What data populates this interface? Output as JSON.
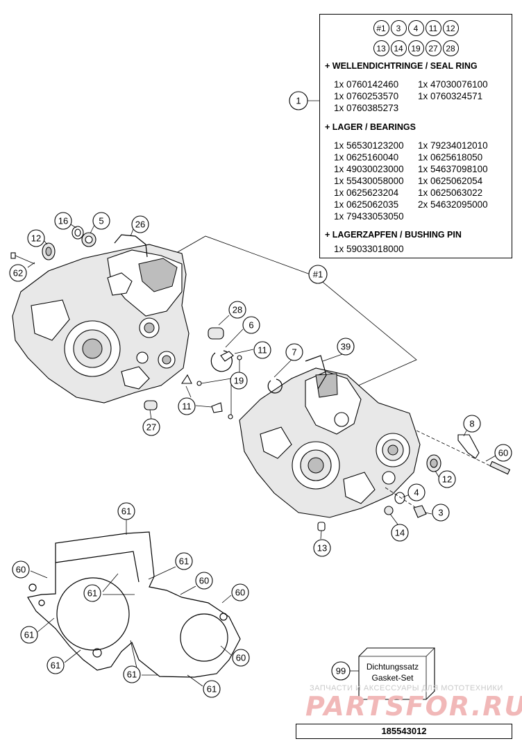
{
  "callouts": {
    "c1": "1",
    "c3": "3",
    "c4": "4",
    "c5": "5",
    "c6": "6",
    "c7": "7",
    "c8": "8",
    "c11a": "11",
    "c11b": "11",
    "c12a": "12",
    "c12b": "12",
    "c13": "13",
    "c14": "14",
    "c16": "16",
    "c19": "19",
    "c26": "26",
    "c27": "27",
    "c28": "28",
    "c39": "39",
    "c60a": "60",
    "c60b": "60",
    "c60c": "60",
    "c60d": "60",
    "c60e": "60",
    "c61a": "61",
    "c61b": "61",
    "c61c": "61",
    "c61d": "61",
    "c61e": "61",
    "c61f": "61",
    "c61g": "61",
    "c62": "62",
    "c99": "99",
    "cH1": "#1"
  },
  "info_box": {
    "refs_row1": [
      "#1",
      "3",
      "4",
      "11",
      "12"
    ],
    "refs_row2": [
      "13",
      "14",
      "19",
      "27",
      "28"
    ],
    "seal_title": "+ WELLENDICHTRINGE / SEAL RING",
    "seal_parts": [
      "1x 0760142460",
      "1x 47030076100",
      "1x 0760253570",
      "1x 0760324571",
      "1x 0760385273"
    ],
    "bearing_title": "+ LAGER / BEARINGS",
    "bearing_parts": [
      "1x 56530123200",
      "1x 79234012010",
      "1x 0625160040",
      "1x 0625618050",
      "1x 49030023000",
      "1x 54637098100",
      "1x 55430058000",
      "1x 0625062054",
      "1x 0625623204",
      "1x 0625063022",
      "1x 0625062035",
      "2x 54632095000",
      "1x 79433053050"
    ],
    "bushing_title": "+ LAGERZAPFEN / BUSHING PIN",
    "bushing_parts": [
      "1x 59033018000"
    ]
  },
  "kit": {
    "label1": "Dichtungssatz",
    "label2": "Gasket-Set"
  },
  "watermark": {
    "subtitle": "ЗАПЧАСТИ И АКСЕССУАРЫ ДЛЯ МОТОТЕХНИКИ",
    "logo": "PARTSFOR.RU"
  },
  "drawing_number": "185543012"
}
